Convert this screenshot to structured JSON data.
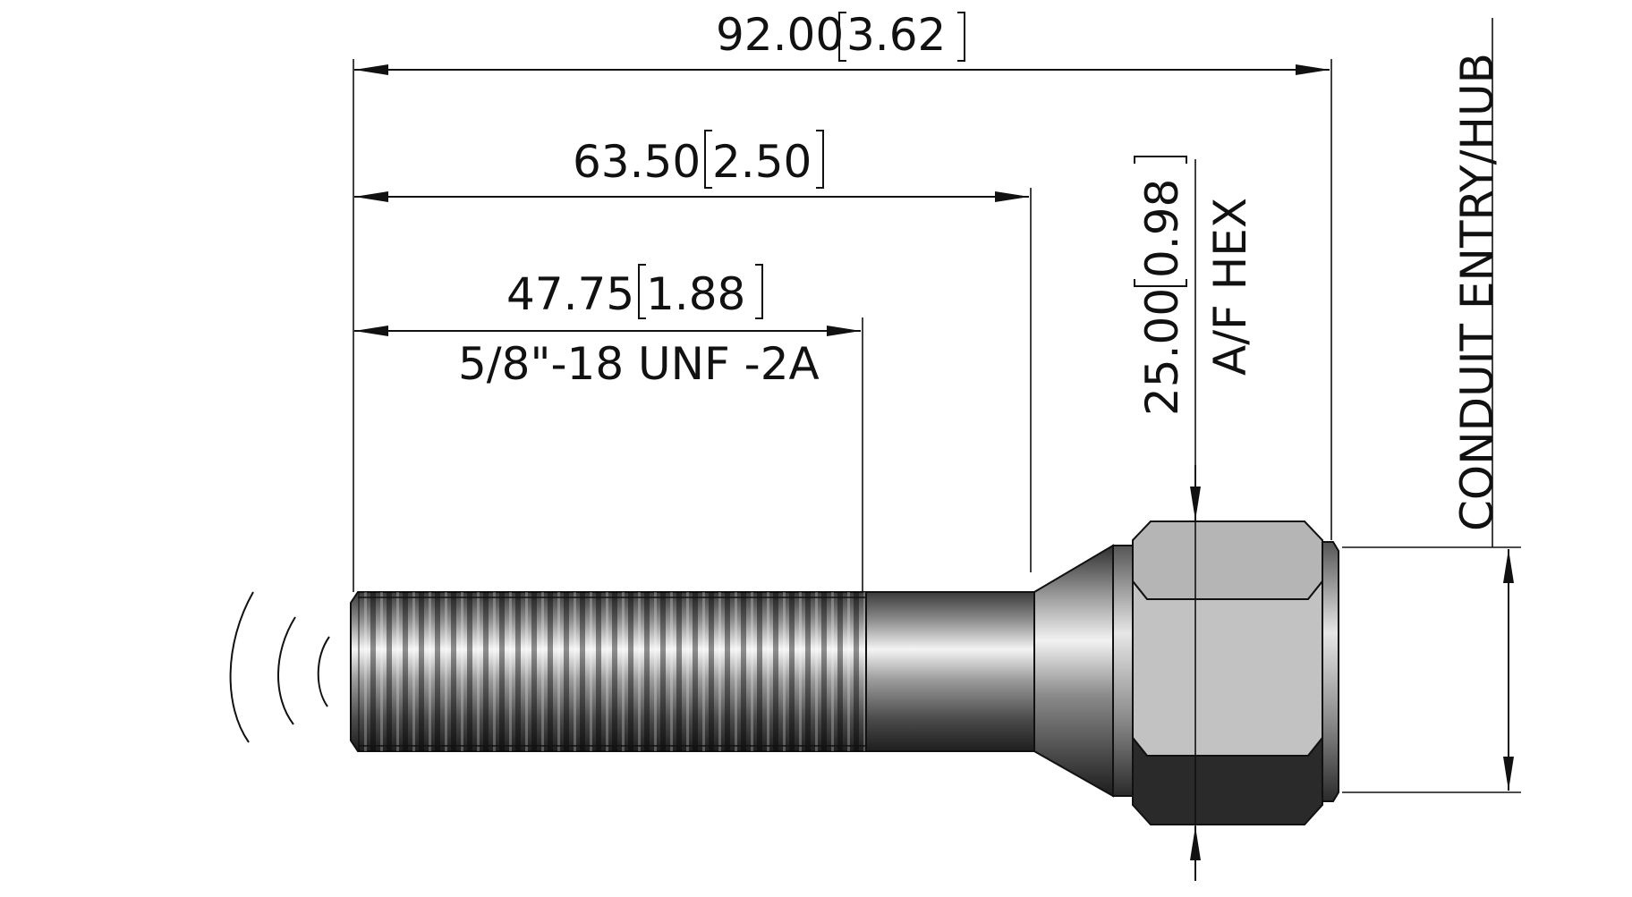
{
  "dimensions": {
    "overall_length": {
      "value": "92.00",
      "inch": "3.62"
    },
    "shank_length": {
      "value": "63.50",
      "inch": "2.50"
    },
    "thread_length": {
      "value": "47.75",
      "inch": "1.88"
    },
    "thread_spec": "5/8\"-18 UNF -2A",
    "hex_size": {
      "value": "25.00",
      "inch": "0.98"
    },
    "hex_label": "A/F HEX",
    "conduit_label": "CONDUIT ENTRY/HUB"
  },
  "colors": {
    "line": "#111111",
    "hex_light": "#b9b9b9",
    "hex_dark": "#2a2a2a",
    "metal": "#8a8a8a"
  }
}
